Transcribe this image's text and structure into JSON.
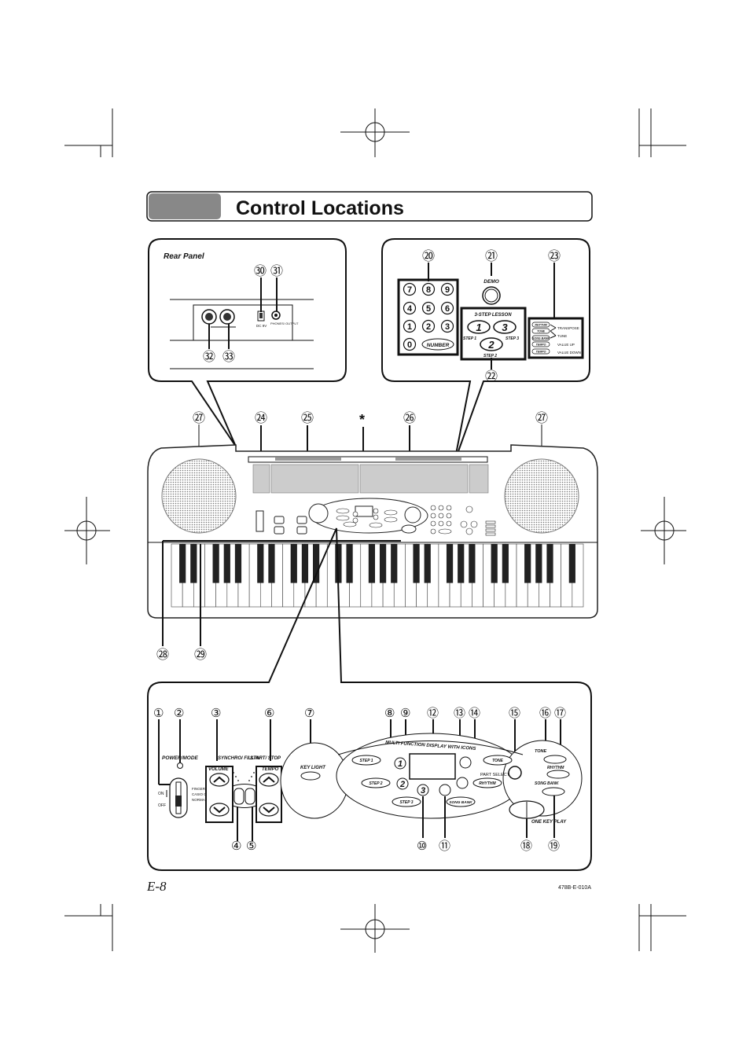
{
  "title": "Control Locations",
  "rear_panel": {
    "label": "Rear Panel",
    "callouts": [
      "㉚",
      "㉛",
      "㉜",
      "㉝"
    ],
    "dc_label": "DC 9V",
    "phones_label": "PHONES/ OUTPUT"
  },
  "top_right": {
    "callouts": [
      "⑳",
      "㉑",
      "㉒",
      "㉓"
    ],
    "keypad": [
      "7",
      "8",
      "9",
      "4",
      "5",
      "6",
      "1",
      "2",
      "3",
      "0"
    ],
    "number_label": "NUMBER",
    "demo_label": "DEMO",
    "lesson_title": "3-STEP LESSON",
    "step1": "STEP 1",
    "step2": "STEP 2",
    "step3": "STEP 3",
    "lesson_nums": [
      "1",
      "2",
      "3"
    ],
    "keys_buttons": [
      "RHYTHM",
      "TONE",
      "SONG BANK",
      "TEMPO",
      "TEMPO"
    ],
    "functions": [
      "TRANSPOSE",
      "TUNE",
      "VALUE UP",
      "VALUE DOWN"
    ]
  },
  "keyboard": {
    "callouts_top": [
      "㉗",
      "㉔",
      "㉕",
      "*",
      "㉖",
      "㉗"
    ],
    "callouts_bottom": [
      "㉘",
      "㉙"
    ]
  },
  "bottom_panel": {
    "callouts_top": [
      "①",
      "②",
      "③",
      "⑥",
      "⑦",
      "⑧",
      "⑨",
      "⑫",
      "⑬",
      "⑭",
      "⑮",
      "⑯",
      "⑰"
    ],
    "callouts_bottom": [
      "④",
      "⑤",
      "⑩",
      "⑪",
      "⑱",
      "⑲"
    ],
    "power_mode": "POWER/MODE",
    "on": "ON",
    "off": "OFF",
    "modes": [
      "FINGERED",
      "CASIO CHORD",
      "NORMAL"
    ],
    "synchro": "SYNCHRO/ FILL-IN",
    "start_stop": "START/ STOP",
    "volume": "VOLUME",
    "tempo": "TEMPO",
    "key_light": "KEY LIGHT",
    "display_title": "MULTI FUNCTION DISPLAY WITH ICONS",
    "part_select": "PART SELECT",
    "step1": "STEP 1",
    "step2": "STEP 2",
    "step3": "STEP 3",
    "tone": "TONE",
    "rhythm": "RHYTHM",
    "song_bank": "SONG BANK",
    "one_key_play": "ONE KEY PLAY"
  },
  "footer": {
    "page": "E-8",
    "code": "478B-E-010A"
  }
}
